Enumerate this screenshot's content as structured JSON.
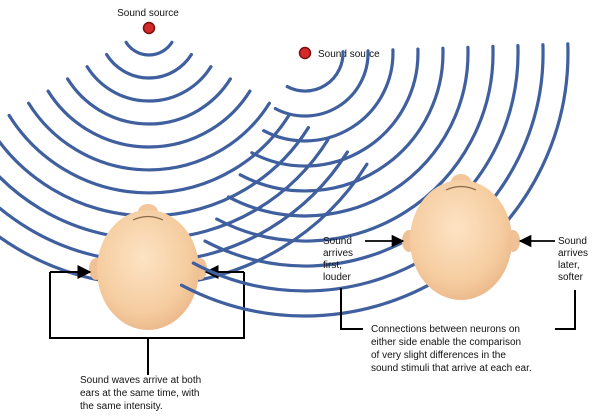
{
  "left_panel": {
    "source_label": "Sound source",
    "caption_lines": [
      "Sound waves arrive at both",
      "ears at the same time, with",
      "the same intensity."
    ]
  },
  "right_panel": {
    "source_label": "Sound source",
    "left_ear_lines": [
      "Sound",
      "arrives",
      "first,",
      "louder"
    ],
    "right_ear_lines": [
      "Sound",
      "arrives",
      "later,",
      "softer"
    ],
    "caption_lines": [
      "Connections between neurons on",
      "either side enable the comparison",
      "of very slight differences in the",
      "sound stimuli that arrive at each ear."
    ]
  },
  "colors": {
    "source_dot": "#d42a2a",
    "source_ring": "#7a1010",
    "wave": "#3f5f9e",
    "skin": "#f7d2a8",
    "skin_shadow": "#e7b484"
  }
}
